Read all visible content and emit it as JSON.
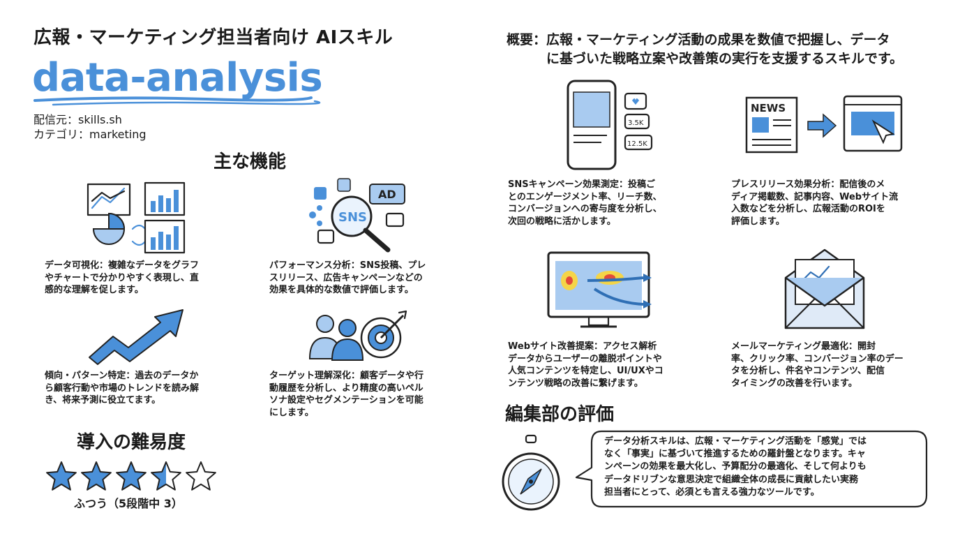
{
  "header": {
    "title": "広報・マーケティング担当者向け AIスキル",
    "skill_name": "data-analysis",
    "source_label": "配信元：skills.sh",
    "category_label": "カテゴリ：marketing"
  },
  "features": {
    "heading": "主な機能",
    "items": [
      {
        "icon": "charts-icon",
        "text": "データ可視化：複雑なデータをグラフ\nやチャートで分かりやすく表現し、直\n感的な理解を促します。"
      },
      {
        "icon": "sns-magnifier-icon",
        "text": "パフォーマンス分析：SNS投稿、プレ\nスリリース、広告キャンペーンなどの\n効果を具体的な数値で評価します。"
      },
      {
        "icon": "trend-arrow-icon",
        "text": "傾向・パターン特定：過去のデータか\nら顧客行動や市場のトレンドを読み解\nき、将来予測に役立てます。"
      },
      {
        "icon": "target-icon",
        "text": "ターゲット理解深化：顧客データや行\n動履歴を分析し、より精度の高いペル\nソナ設定やセグメンテーションを可能\nにします。"
      }
    ],
    "sns_label": "SNS",
    "ad_label": "AD"
  },
  "difficulty": {
    "heading": "導入の難易度",
    "rating": 3.5,
    "max": 5,
    "label": "ふつう（5段階中 3）"
  },
  "overview": {
    "text": "概要：広報・マーケティング活動の成果を数値で把握し、データ\n　　　に基づいた戦略立案や改善策の実行を支援するスキルです。"
  },
  "usecases": [
    {
      "icon": "smartphone-sns-icon",
      "text": "SNSキャンペーン効果測定：投稿ご\nとのエンゲージメント率、リーチ数、\nコンバージョンへの寄与度を分析し、\n次回の戦略に活かします。"
    },
    {
      "icon": "news-to-web-icon",
      "text": "プレスリリース効果分析：配信後のメ\nディア掲載数、記事内容、Webサイト流\n入数などを分析し、広報活動のROIを\n評価します。"
    },
    {
      "icon": "heatmap-monitor-icon",
      "text": "Webサイト改善提案：アクセス解析\nデータからユーザーの離脱ポイントや\n人気コンテンツを特定し、UI/UXやコ\nンテンツ戦略の改善に繋げます。"
    },
    {
      "icon": "email-chart-icon",
      "text": "メールマーケティング最適化：開封\n率、クリック率、コンバージョン率のデー\nタを分析し、件名やコンテンツ、配信\nタイミングの改善を行います。"
    }
  ],
  "phone_badges": [
    "3.5K",
    "12.5K"
  ],
  "news_label": "NEWS",
  "review": {
    "heading": "編集部の評価",
    "text": "データ分析スキルは、広報・マーケティング活動を「感覚」では\nなく「事実」に基づいて推進するための羅針盤となります。キャ\nンペーンの効果を最大化し、予算配分の最適化、そして何よりも\nデータドリブンな意思決定で組織全体の成長に貢献したい実務\n担当者にとって、必須とも言える強力なツールです。"
  },
  "colors": {
    "accent": "#4a90d9",
    "light_accent": "#a9cbf0",
    "ink": "#1a1a1a"
  }
}
